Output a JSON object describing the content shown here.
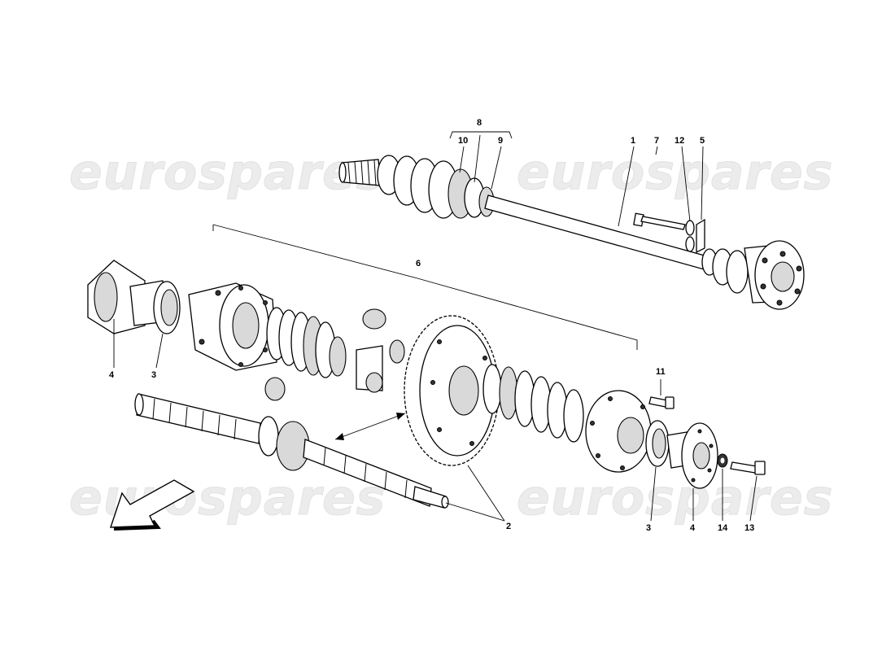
{
  "watermarks": [
    "eurospares",
    "eurospares",
    "eurospares",
    "eurospares"
  ],
  "callouts": {
    "c1": "1",
    "c2": "2",
    "c3a": "3",
    "c3b": "3",
    "c4a": "4",
    "c4b": "4",
    "c5": "5",
    "c6": "6",
    "c7": "7",
    "c8": "8",
    "c9": "9",
    "c10": "10",
    "c11": "11",
    "c12": "12",
    "c13": "13",
    "c14": "14"
  },
  "icons": {
    "direction": "front-arrow-icon"
  }
}
